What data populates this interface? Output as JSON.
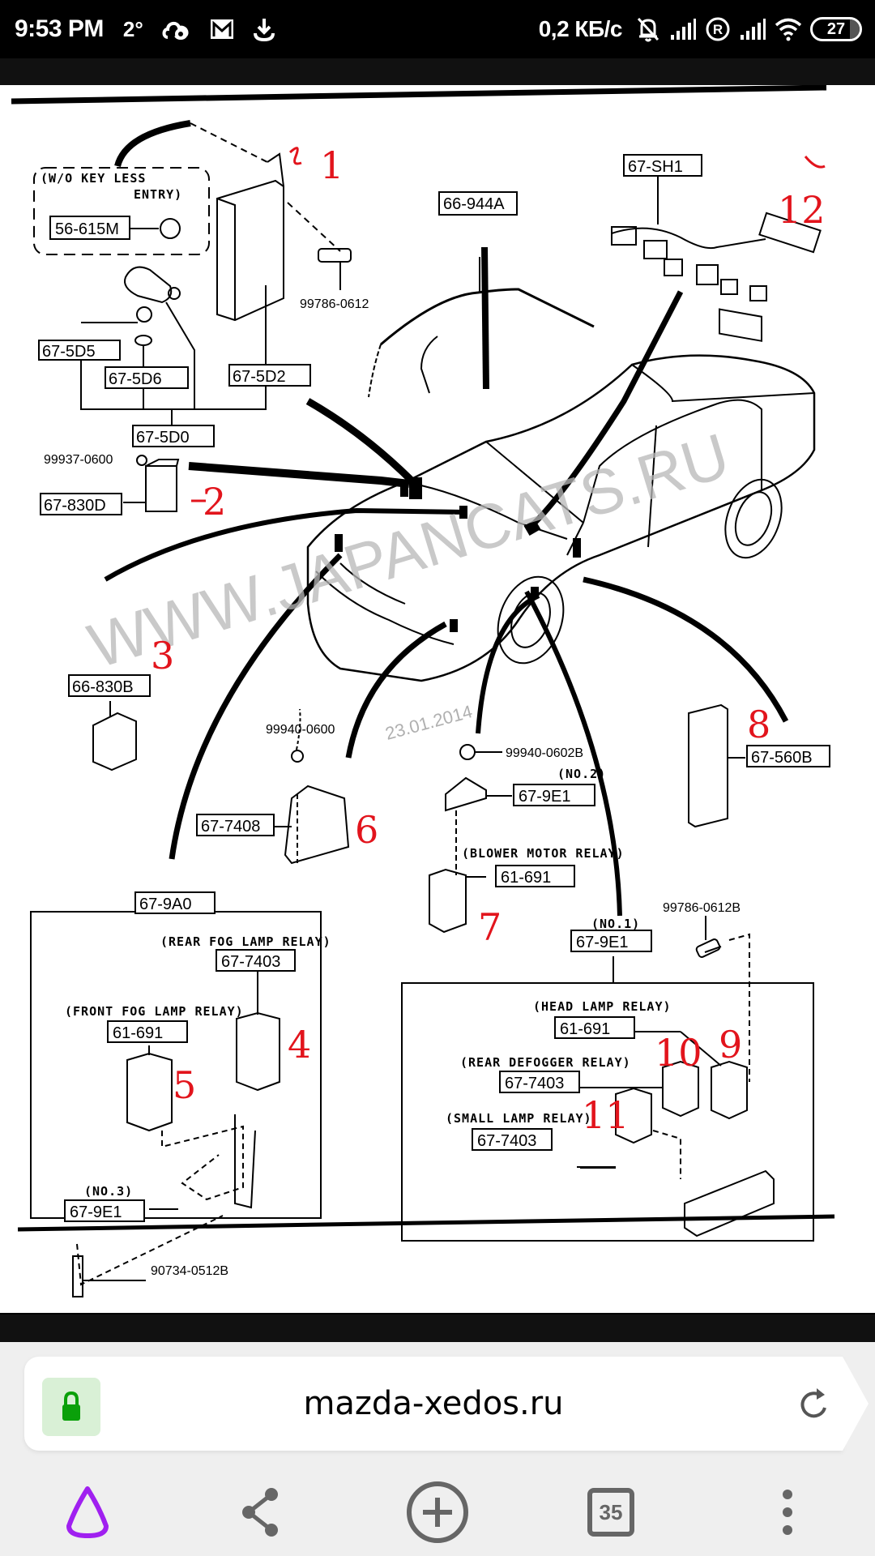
{
  "status_bar": {
    "time": "9:53 PM",
    "temperature": "2°",
    "left_icons": [
      "cloud-icon",
      "gmail-icon",
      "download-icon"
    ],
    "network_speed": "0,2 КБ/с",
    "right_icons": [
      "mute-bell-icon",
      "signal-icon",
      "roaming-r-icon",
      "signal-icon",
      "wifi-icon"
    ],
    "battery_level": "27"
  },
  "diagram": {
    "watermark": "WWW.JAPANCATS.RU",
    "date_watermark": "23.01.2014",
    "parts": {
      "p56_615M": "56-615M",
      "p99786_0612": "99786-0612",
      "p67_5D5": "67-5D5",
      "p67_5D6": "67-5D6",
      "p67_5D2": "67-5D2",
      "p67_5D0": "67-5D0",
      "p99937_0600": "99937-0600",
      "p67_830D": "67-830D",
      "p66_830B": "66-830B",
      "p66_944A": "66-944A",
      "p67_SH1": "67-SH1",
      "p67_560B": "67-560B",
      "p99940_0600": "99940-0600",
      "p67_7408": "67-7408",
      "p99940_0602B": "99940-0602B",
      "p67_9E1_no2": "67-9E1",
      "p61_691_blower": "61-691",
      "p67_9A0": "67-9A0",
      "p67_7403_rearfog": "67-7403",
      "p61_691_frontfog": "61-691",
      "p67_9E1_no3": "67-9E1",
      "p90734_0512B": "90734-0512B",
      "p99786_0612B": "99786-0612B",
      "p67_9E1_no1": "67-9E1",
      "p61_691_head": "61-691",
      "p67_7403_defog": "67-7403",
      "p67_7403_small": "67-7403"
    },
    "captions": {
      "wo_keyless_1": "(W/O KEY LESS",
      "wo_keyless_2": "ENTRY)",
      "no2": "(NO.2)",
      "no1": "(NO.1)",
      "no3": "(NO.3)",
      "blower": "(BLOWER MOTOR RELAY)",
      "rear_fog": "(REAR FOG LAMP RELAY)",
      "front_fog": "(FRONT FOG LAMP RELAY)",
      "head_lamp": "(HEAD LAMP RELAY)",
      "rear_defogger": "(REAR DEFOGGER RELAY)",
      "small_lamp": "(SMALL LAMP RELAY)"
    },
    "annotations": [
      "1",
      "2",
      "3",
      "4",
      "5",
      "6",
      "7",
      "8",
      "9",
      "10",
      "11",
      "12"
    ],
    "annotation_color": "#e2141c"
  },
  "browser": {
    "url": "mazda-xedos.ru",
    "secure": true,
    "lock_color": "#0aa00a",
    "tab_count": "35",
    "nav_icons": [
      "alice-assistant-icon",
      "share-icon",
      "new-tab-plus-icon",
      "tabs-icon",
      "more-menu-icon"
    ],
    "assistant_color": "#a020f0"
  }
}
